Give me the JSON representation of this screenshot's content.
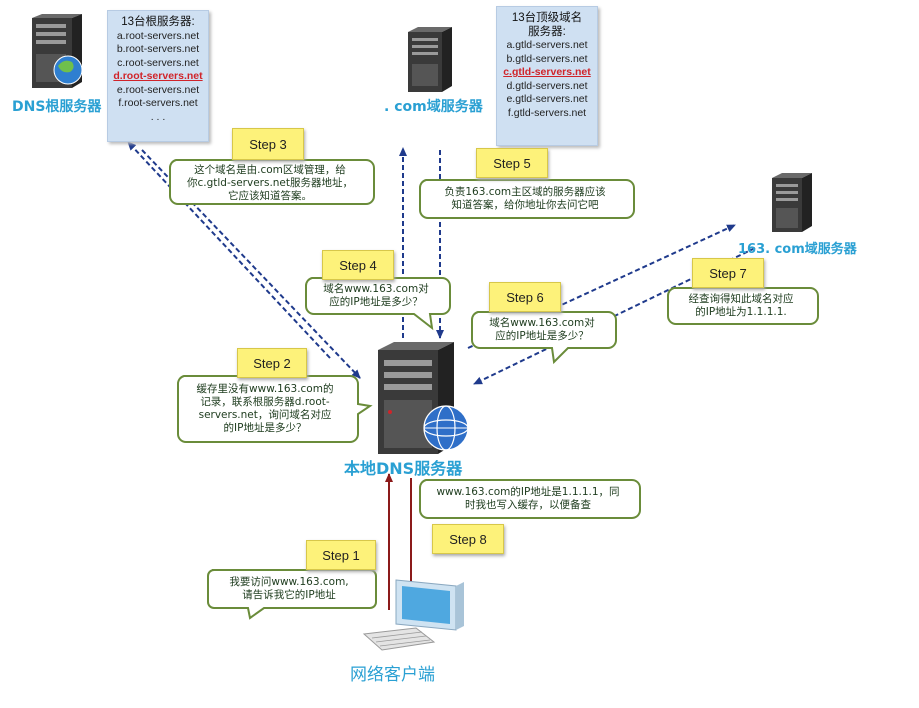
{
  "servers": {
    "root": {
      "label": "DNS根服务器"
    },
    "com": {
      "label": ". com域服务器"
    },
    "s163": {
      "label": "163. com域服务器"
    },
    "local": {
      "label": "本地DNS服务器"
    },
    "client": {
      "label": "网络客户端"
    }
  },
  "root_list": {
    "title": "13台根服务器:",
    "items": [
      "a.root-servers.net",
      "b.root-servers.net",
      "c.root-servers.net",
      "d.root-servers.net",
      "e.root-servers.net",
      "f.root-servers.net",
      ". . ."
    ],
    "highlight_index": 3
  },
  "gtld_list": {
    "title_line1": "13台顶级域名",
    "title_line2": "服务器:",
    "items": [
      "a.gtld-servers.net",
      "b.gtld-servers.net",
      "c.gtld-servers.net",
      "d.gtld-servers.net",
      "e.gtld-servers.net",
      "f.gtld-servers.net"
    ],
    "highlight_index": 2
  },
  "steps": [
    "Step 1",
    "Step 2",
    "Step 3",
    "Step 4",
    "Step 5",
    "Step 6",
    "Step 7",
    "Step 8"
  ],
  "bubbles": {
    "b1": {
      "line1": "我要访问www.163.com,",
      "line2": "请告诉我它的IP地址"
    },
    "b2": {
      "line1": "缓存里没有www.163.com的",
      "line2": "记录，联系根服务器d.root-",
      "line3": "servers.net，询问域名对应",
      "line4": "的IP地址是多少？"
    },
    "b3": {
      "line1": "这个域名是由.com区域管理，给",
      "line2": "你c.gtld-servers.net服务器地址，",
      "line3": "它应该知道答案。"
    },
    "b4": {
      "line1": "域名www.163.com对",
      "line2": "应的IP地址是多少？"
    },
    "b5": {
      "line1": "负责163.com主区域的服务器应该",
      "line2": "知道答案，给你地址你去问它吧"
    },
    "b6": {
      "line1": "域名www.163.com对",
      "line2": "应的IP地址是多少？"
    },
    "b7": {
      "line1": "经查询得知此域名对应",
      "line2": "的IP地址为1.1.1.1."
    },
    "b8": {
      "line1": "www.163.com的IP地址是1.1.1.1，同",
      "line2": "时我也写入缓存，以便备查"
    }
  },
  "colors": {
    "dashed_arrow": "#1f3a8c",
    "solid_arrow": "#8b1a1a",
    "label_blue": "#2aa0d3",
    "bubble_border": "#6a8c3a",
    "bubble_fill": "#ffffff",
    "step_fill": "#fdf27a",
    "info_fill": "#cfe0f2",
    "highlight": "#d0242a"
  }
}
